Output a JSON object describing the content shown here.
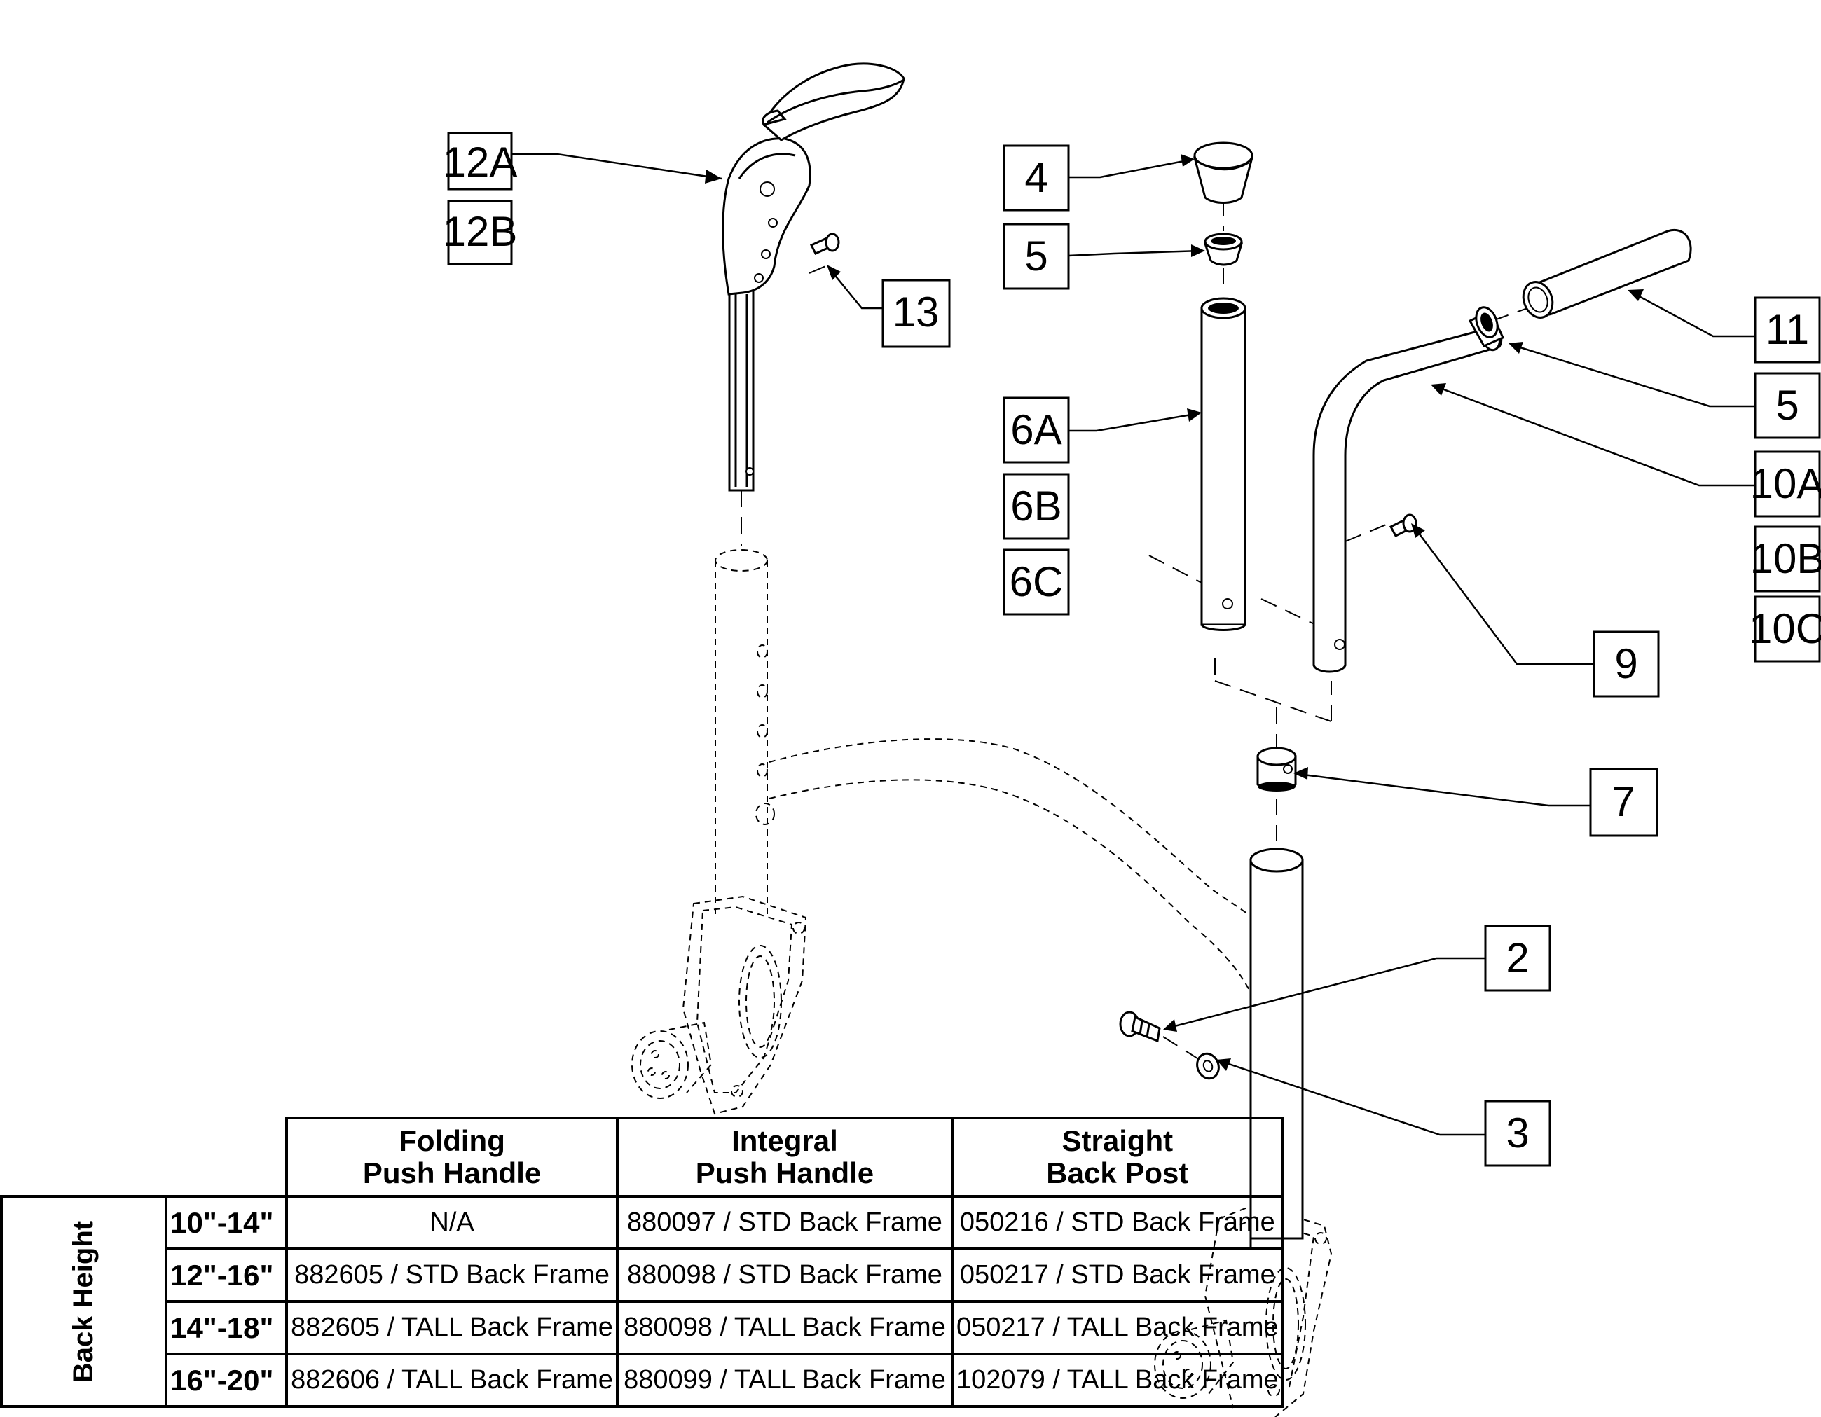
{
  "callouts": [
    {
      "id": "12A",
      "label": "12A"
    },
    {
      "id": "12B",
      "label": "12B"
    },
    {
      "id": "13",
      "label": "13"
    },
    {
      "id": "4",
      "label": "4"
    },
    {
      "id": "5a",
      "label": "5"
    },
    {
      "id": "6A",
      "label": "6A"
    },
    {
      "id": "6B",
      "label": "6B"
    },
    {
      "id": "6C",
      "label": "6C"
    },
    {
      "id": "11",
      "label": "11"
    },
    {
      "id": "5b",
      "label": "5"
    },
    {
      "id": "10A",
      "label": "10A"
    },
    {
      "id": "10B",
      "label": "10B"
    },
    {
      "id": "10C",
      "label": "10C"
    },
    {
      "id": "9",
      "label": "9"
    },
    {
      "id": "7",
      "label": "7"
    },
    {
      "id": "2",
      "label": "2"
    },
    {
      "id": "3",
      "label": "3"
    }
  ],
  "table": {
    "row_group_label": "Back Height",
    "columns": [
      {
        "line1": "Folding",
        "line2": "Push Handle"
      },
      {
        "line1": "Integral",
        "line2": "Push Handle"
      },
      {
        "line1": "Straight",
        "line2": "Back Post"
      }
    ],
    "rows": [
      {
        "height": "10\"-14\"",
        "cells": [
          "N/A",
          "880097 / STD Back Frame",
          "050216 / STD Back Frame"
        ]
      },
      {
        "height": "12\"-16\"",
        "cells": [
          "882605 / STD Back Frame",
          "880098 / STD Back Frame",
          "050217 / STD Back Frame"
        ]
      },
      {
        "height": "14\"-18\"",
        "cells": [
          "882605 / TALL Back Frame",
          "880098 / TALL Back Frame",
          "050217 / TALL Back Frame"
        ]
      },
      {
        "height": "16\"-20\"",
        "cells": [
          "882606 / TALL Back Frame",
          "880099 / TALL Back Frame",
          "102079 / TALL Back Frame"
        ]
      }
    ]
  }
}
